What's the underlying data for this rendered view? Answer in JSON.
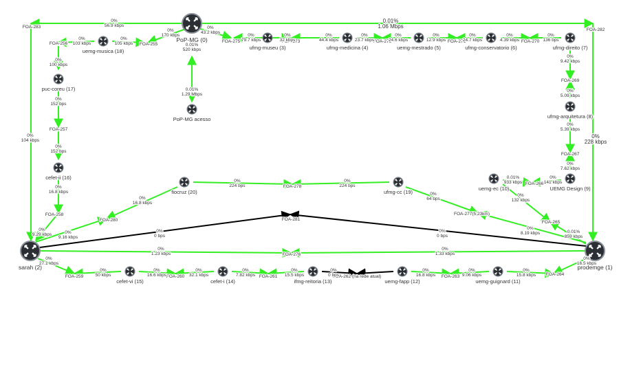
{
  "title": "",
  "colors": {
    "up": "#33ee22",
    "down": "#000000",
    "text": "#333333"
  },
  "routers": [
    {
      "id": "pop",
      "label": "PoP-MG (0)",
      "big": true
    },
    {
      "id": "acesso",
      "label": "PoP-MG acesso"
    },
    {
      "id": "musica",
      "label": "uemg-musica (18)"
    },
    {
      "id": "museu",
      "label": "ufmg-museu (3)"
    },
    {
      "id": "medicina",
      "label": "ufmg-medicina (4)"
    },
    {
      "id": "mestrado",
      "label": "uemg-mestrado (5)"
    },
    {
      "id": "conservatorio",
      "label": "ufmg-conservatorio (6)"
    },
    {
      "id": "direito",
      "label": "ufmg-direito (7)"
    },
    {
      "id": "pucc",
      "label": "puc-coreu (17)"
    },
    {
      "id": "arq",
      "label": "ufmg-arquitetura (8)"
    },
    {
      "id": "cefetii",
      "label": "cefet-ii (16)"
    },
    {
      "id": "fiocruz",
      "label": "fiocruz (20)"
    },
    {
      "id": "ufmgcc",
      "label": "ufmg-cc (19)"
    },
    {
      "id": "uemgec",
      "label": "uemg-ec (10)"
    },
    {
      "id": "design",
      "label": "UEMG Design (9)"
    },
    {
      "id": "sarah",
      "label": "sarah (2)",
      "big": true
    },
    {
      "id": "prodemge",
      "label": "prodemge (1)",
      "big": true
    },
    {
      "id": "cefetvi",
      "label": "cefet-vi (15)"
    },
    {
      "id": "cefeti",
      "label": "cefet-i (14)"
    },
    {
      "id": "reitoria",
      "label": "ifmg-reitoria (13)"
    },
    {
      "id": "fapp",
      "label": "uemg-fapp (12)"
    },
    {
      "id": "guignard",
      "label": "uemg-guignard (11)"
    }
  ],
  "foa_labels": [
    {
      "id": "f283",
      "text": "FOA-283"
    },
    {
      "id": "f282",
      "text": "FOA-282"
    },
    {
      "id": "f256",
      "text": "FOA-256"
    },
    {
      "id": "f255",
      "text": "FOA-255"
    },
    {
      "id": "f275",
      "text": "FOA-275"
    },
    {
      "id": "f273",
      "text": "FOA-273"
    },
    {
      "id": "f272",
      "text": "FOA-272"
    },
    {
      "id": "f271",
      "text": "FOA-271"
    },
    {
      "id": "f270",
      "text": "FOA-270"
    },
    {
      "id": "f269",
      "text": "FOA-269"
    },
    {
      "id": "f257",
      "text": "FOA-257"
    },
    {
      "id": "f267",
      "text": "FOA-267"
    },
    {
      "id": "f278",
      "text": "FOA-278"
    },
    {
      "id": "f266",
      "text": "FOA-266"
    },
    {
      "id": "f258",
      "text": "FOA-258"
    },
    {
      "id": "f280",
      "text": "FOA-280"
    },
    {
      "id": "f277",
      "text": "FOA-277(5,23km)"
    },
    {
      "id": "f281",
      "text": "FOA-281"
    },
    {
      "id": "f265",
      "text": "FOA-265"
    },
    {
      "id": "f276",
      "text": "FOA-276"
    },
    {
      "id": "f259",
      "text": "FOA-259"
    },
    {
      "id": "f260",
      "text": "FOA-260"
    },
    {
      "id": "f261",
      "text": "FOA-261"
    },
    {
      "id": "f262",
      "text": "FOA-262 (na rede atual)"
    },
    {
      "id": "f263",
      "text": "FOA-263"
    },
    {
      "id": "f264",
      "text": "FOA-264"
    }
  ],
  "link_labels": [
    {
      "id": "l1a",
      "pct": "0%",
      "rate": "56.9 kbps"
    },
    {
      "id": "l1b",
      "pct": "0.01%",
      "rate": "1.06 Mbps"
    },
    {
      "id": "l2a",
      "pct": "0%",
      "rate": "104 kbps"
    },
    {
      "id": "l2b",
      "pct": "0%",
      "rate": "228 kbps"
    },
    {
      "id": "l3a",
      "pct": "0%",
      "rate": "170 kbps"
    },
    {
      "id": "l3b",
      "pct": "0%",
      "rate": "105 kbps"
    },
    {
      "id": "l3c",
      "pct": "0%",
      "rate": "103 kbps"
    },
    {
      "id": "l4a",
      "pct": "0%",
      "rate": "43.2 kbps"
    },
    {
      "id": "l4b",
      "pct": "0%",
      "rate": "79.7 kbps"
    },
    {
      "id": "l4c",
      "pct": "0%",
      "rate": "32 kbps"
    },
    {
      "id": "l4d",
      "pct": "0%",
      "rate": "44.4 kbps"
    },
    {
      "id": "l4e",
      "pct": "0%",
      "rate": "23.7 kbps"
    },
    {
      "id": "l4f",
      "pct": "0%",
      "rate": "24.6 kbps"
    },
    {
      "id": "l4g",
      "pct": "0%",
      "rate": "12.9 kbps"
    },
    {
      "id": "l4h",
      "pct": "0%",
      "rate": "24.7 kbps"
    },
    {
      "id": "l4i",
      "pct": "0%",
      "rate": "4.39 kbps"
    },
    {
      "id": "l4j",
      "pct": "0%",
      "rate": "136 bps"
    },
    {
      "id": "l5a",
      "pct": "0.01%",
      "rate": "520 kbps"
    },
    {
      "id": "l5b",
      "pct": "0.01%",
      "rate": "1.29 Mbps"
    },
    {
      "id": "l6a",
      "pct": "0%",
      "rate": "100 kbps"
    },
    {
      "id": "l6b",
      "pct": "0%",
      "rate": "152 bps"
    },
    {
      "id": "l6c",
      "pct": "0%",
      "rate": "152 bps"
    },
    {
      "id": "l6d",
      "pct": "0%",
      "rate": "16.8 kbps"
    },
    {
      "id": "l6e",
      "pct": "0%",
      "rate": "9.29 kbps"
    },
    {
      "id": "l7a",
      "pct": "0%",
      "rate": "9.42 kbps"
    },
    {
      "id": "l7b",
      "pct": "0%",
      "rate": "5.09 kbps"
    },
    {
      "id": "l7c",
      "pct": "0%",
      "rate": "5.39 kbps"
    },
    {
      "id": "l7d",
      "pct": "0%",
      "rate": "7.62 kbps"
    },
    {
      "id": "l8a",
      "pct": "0%",
      "rate": "224 bps"
    },
    {
      "id": "l8b",
      "pct": "0%",
      "rate": "224 bps"
    },
    {
      "id": "l8c",
      "pct": "0%",
      "rate": "16.8 kbps"
    },
    {
      "id": "l8d",
      "pct": "0%",
      "rate": "9.16 kbps"
    },
    {
      "id": "l8e",
      "pct": "0%",
      "rate": "64 bps"
    },
    {
      "id": "l8f",
      "pct": "0%",
      "rate": "8.19 kbps"
    },
    {
      "id": "l9a",
      "pct": "0.01%",
      "rate": "933 kbps"
    },
    {
      "id": "l9b",
      "pct": "0%",
      "rate": "141 kbps"
    },
    {
      "id": "l9c",
      "pct": "0%",
      "rate": "132 kbps"
    },
    {
      "id": "l9d",
      "pct": "0.01%",
      "rate": "859 kbps"
    },
    {
      "id": "l10a",
      "pct": "0%",
      "rate": "0 bps"
    },
    {
      "id": "l10b",
      "pct": "0%",
      "rate": "0 bps"
    },
    {
      "id": "l11a",
      "pct": "0%",
      "rate": "1.23 kbps"
    },
    {
      "id": "l11b",
      "pct": "0%",
      "rate": "1.33 kbps"
    },
    {
      "id": "l12a",
      "pct": "0%",
      "rate": "27.1 kbps"
    },
    {
      "id": "l12b",
      "pct": "0%",
      "rate": "50 kbps"
    },
    {
      "id": "l12c",
      "pct": "0%",
      "rate": "16.6 kbps"
    },
    {
      "id": "l12d",
      "pct": "0%",
      "rate": "32.1 kbps"
    },
    {
      "id": "l12e",
      "pct": "0%",
      "rate": "7.82 kbps"
    },
    {
      "id": "l12f",
      "pct": "0%",
      "rate": "15.5 kbps"
    },
    {
      "id": "l12g",
      "pct": "0%",
      "rate": "0 bps"
    },
    {
      "id": "l12h",
      "pct": "0%",
      "rate": "16.8 kbps"
    },
    {
      "id": "l12i",
      "pct": "0%",
      "rate": "9.06 kbps"
    },
    {
      "id": "l12j",
      "pct": "0%",
      "rate": "15.8 kbps"
    },
    {
      "id": "l12k",
      "pct": "0%",
      "rate": "16.5 kbps"
    }
  ]
}
